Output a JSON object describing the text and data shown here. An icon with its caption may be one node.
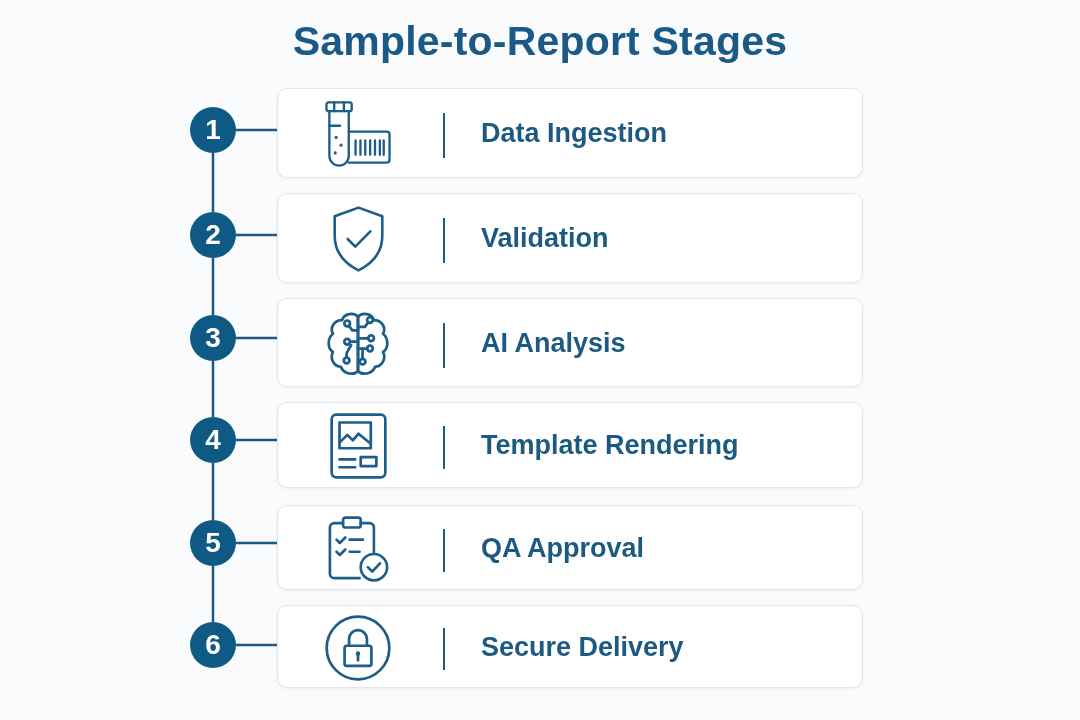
{
  "diagram": {
    "title": "Sample-to-Report Stages",
    "nodes": [
      {
        "text": [
          "1"
        ]
      },
      {
        "text": [
          "Data Ingestion"
        ]
      },
      {
        "text": [
          "2"
        ]
      },
      {
        "text": [
          "Validation"
        ]
      },
      {
        "text": [
          "3"
        ]
      },
      {
        "text": [
          "AI Analysis"
        ]
      },
      {
        "text": [
          "4"
        ]
      },
      {
        "text": [
          "Template Rendering"
        ]
      },
      {
        "text": [
          "5"
        ]
      },
      {
        "text": [
          "QA Approval"
        ]
      },
      {
        "text": [
          "6"
        ]
      },
      {
        "text": [
          "Secure Delivery"
        ]
      }
    ],
    "edges": [
      {
        "from": 0,
        "to": 1,
        "arrow": "none"
      },
      {
        "from": 0,
        "to": 2,
        "arrow": "none"
      },
      {
        "from": 2,
        "to": 3,
        "arrow": "none"
      },
      {
        "from": 2,
        "to": 4,
        "arrow": "none"
      },
      {
        "from": 4,
        "to": 5,
        "arrow": "none"
      },
      {
        "from": 4,
        "to": 6,
        "arrow": "none"
      },
      {
        "from": 6,
        "to": 7,
        "arrow": "none"
      },
      {
        "from": 6,
        "to": 8,
        "arrow": "none"
      },
      {
        "from": 8,
        "to": 9,
        "arrow": "none"
      },
      {
        "from": 8,
        "to": 10,
        "arrow": "none"
      },
      {
        "from": 10,
        "to": 11,
        "arrow": "none"
      }
    ]
  }
}
